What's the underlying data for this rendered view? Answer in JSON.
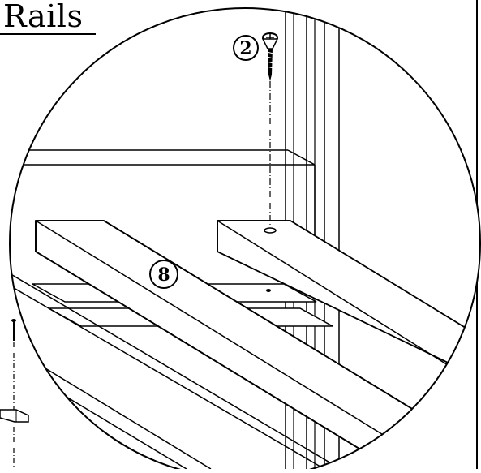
{
  "title": "Rails",
  "callouts": {
    "screw": "2",
    "rail": "8"
  }
}
